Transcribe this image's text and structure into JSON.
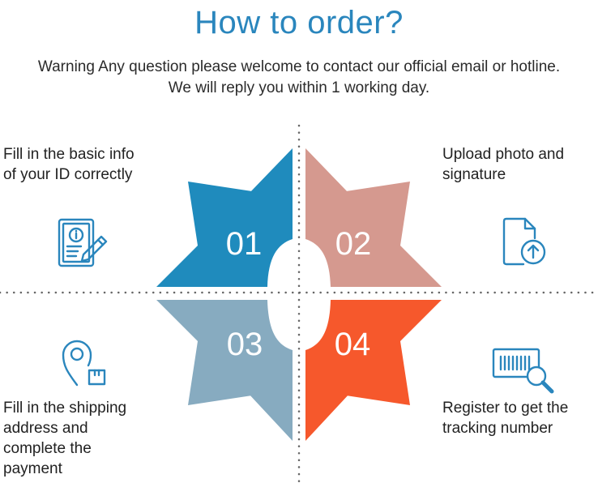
{
  "header": {
    "title": "How to order?",
    "subtitle_lines": [
      "Warning Any question please welcome to contact our official email or hotline.",
      "We will reply you within 1 working day."
    ]
  },
  "steps": [
    {
      "number": "01",
      "color": "#1f8bbd",
      "icon": "id-form-pen-icon",
      "lines": [
        "Fill in the basic info",
        "of your ID correctly"
      ]
    },
    {
      "number": "02",
      "color": "#d5998f",
      "icon": "document-upload-icon",
      "lines": [
        "Upload photo and",
        "signature"
      ]
    },
    {
      "number": "03",
      "color": "#87abc0",
      "icon": "location-pin-package-icon",
      "lines": [
        "Fill in the shipping",
        "address and",
        "complete the",
        "payment"
      ]
    },
    {
      "number": "04",
      "color": "#f6582c",
      "icon": "barcode-search-icon",
      "lines": [
        "Register to get the",
        "tracking number"
      ]
    }
  ],
  "icon_color": "#2a86bd"
}
